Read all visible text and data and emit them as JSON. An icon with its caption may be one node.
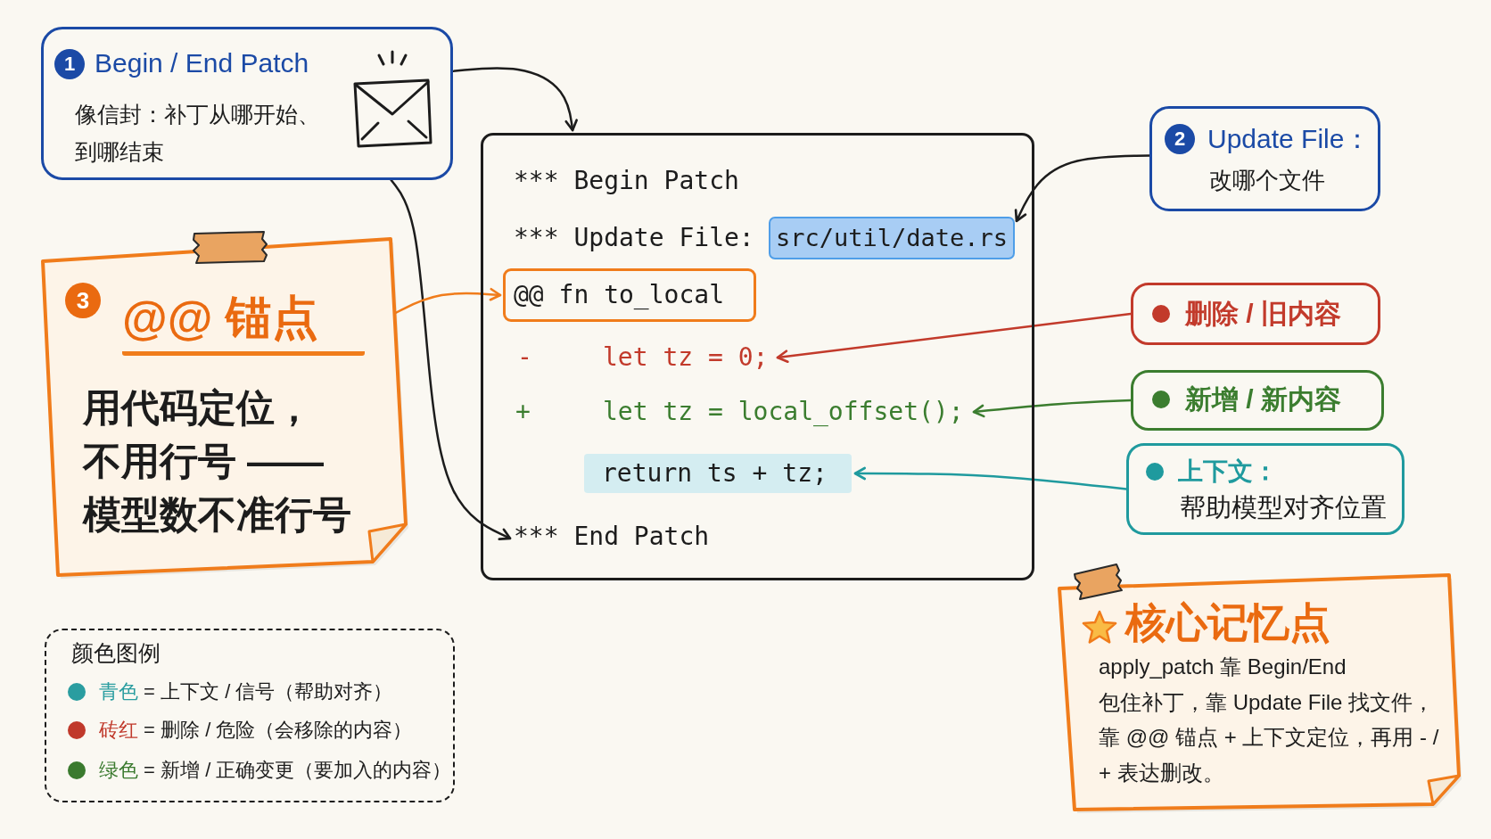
{
  "diagram": {
    "nodes": [
      {
        "text": [
          "1",
          "Begin / End Patch",
          "像信封：补丁从哪开始、到哪结束"
        ]
      },
      {
        "text": [
          "*** Update File:"
        ]
      },
      {
        "text": [
          "*** Begin Patch"
        ],
        "in": 1
      },
      {
        "text": [
          "src/util/date.rs"
        ],
        "in": 1
      },
      {
        "text": [
          "@@ fn to_local"
        ],
        "in": 1
      },
      {
        "text": [
          "-",
          "let tz = 0;"
        ],
        "in": 1
      },
      {
        "text": [
          "+",
          "let tz = local_offset();"
        ],
        "in": 1
      },
      {
        "text": [
          "return ts + tz;"
        ],
        "in": 1
      },
      {
        "text": [
          "*** End Patch"
        ],
        "in": 1
      },
      {
        "text": [
          "2",
          "Update File：",
          "改哪个文件"
        ]
      },
      {
        "text": [
          "3",
          "@@ 锚点",
          "用代码定位，不用行号 ——模型数不准行号"
        ]
      },
      {
        "text": [
          "删除 / 旧内容"
        ]
      },
      {
        "text": [
          "新增 / 新内容"
        ]
      },
      {
        "text": [
          "上下文：",
          "帮助模型对齐位置"
        ]
      },
      {
        "text": [
          "核心记忆点",
          "apply_patch 靠 Begin/End 包住补丁，靠 Update File 找文件，靠 @@ 锚点 + 上下文定位，再用 - / + 表达删改。"
        ]
      }
    ],
    "edges": [
      {
        "from": 0,
        "to": 1,
        "arrow": "to"
      },
      {
        "from": 0,
        "to": 8,
        "arrow": "to"
      },
      {
        "from": 9,
        "to": 3,
        "arrow": "to"
      },
      {
        "from": 10,
        "to": 4,
        "arrow": "to",
        "color": "#f07c1b"
      },
      {
        "from": 11,
        "to": 5,
        "arrow": "to",
        "color": "#c23a2b"
      },
      {
        "from": 12,
        "to": 6,
        "arrow": "to",
        "color": "#3b7d2f"
      },
      {
        "from": 13,
        "to": 7,
        "arrow": "to",
        "color": "#1f9a9e"
      }
    ],
    "labels": [
      "颜色图例"
    ],
    "legend": [
      {
        "text": "青色 = 上下文 / 信号（帮助对齐）",
        "color": "#2a9da0"
      },
      {
        "text": "砖红 = 删除 / 危险（会移除的内容）",
        "color": "#c0392b"
      },
      {
        "text": "绿色 = 新增 / 正确变更（要加入的内容）",
        "color": "#3a7a2e"
      }
    ]
  }
}
